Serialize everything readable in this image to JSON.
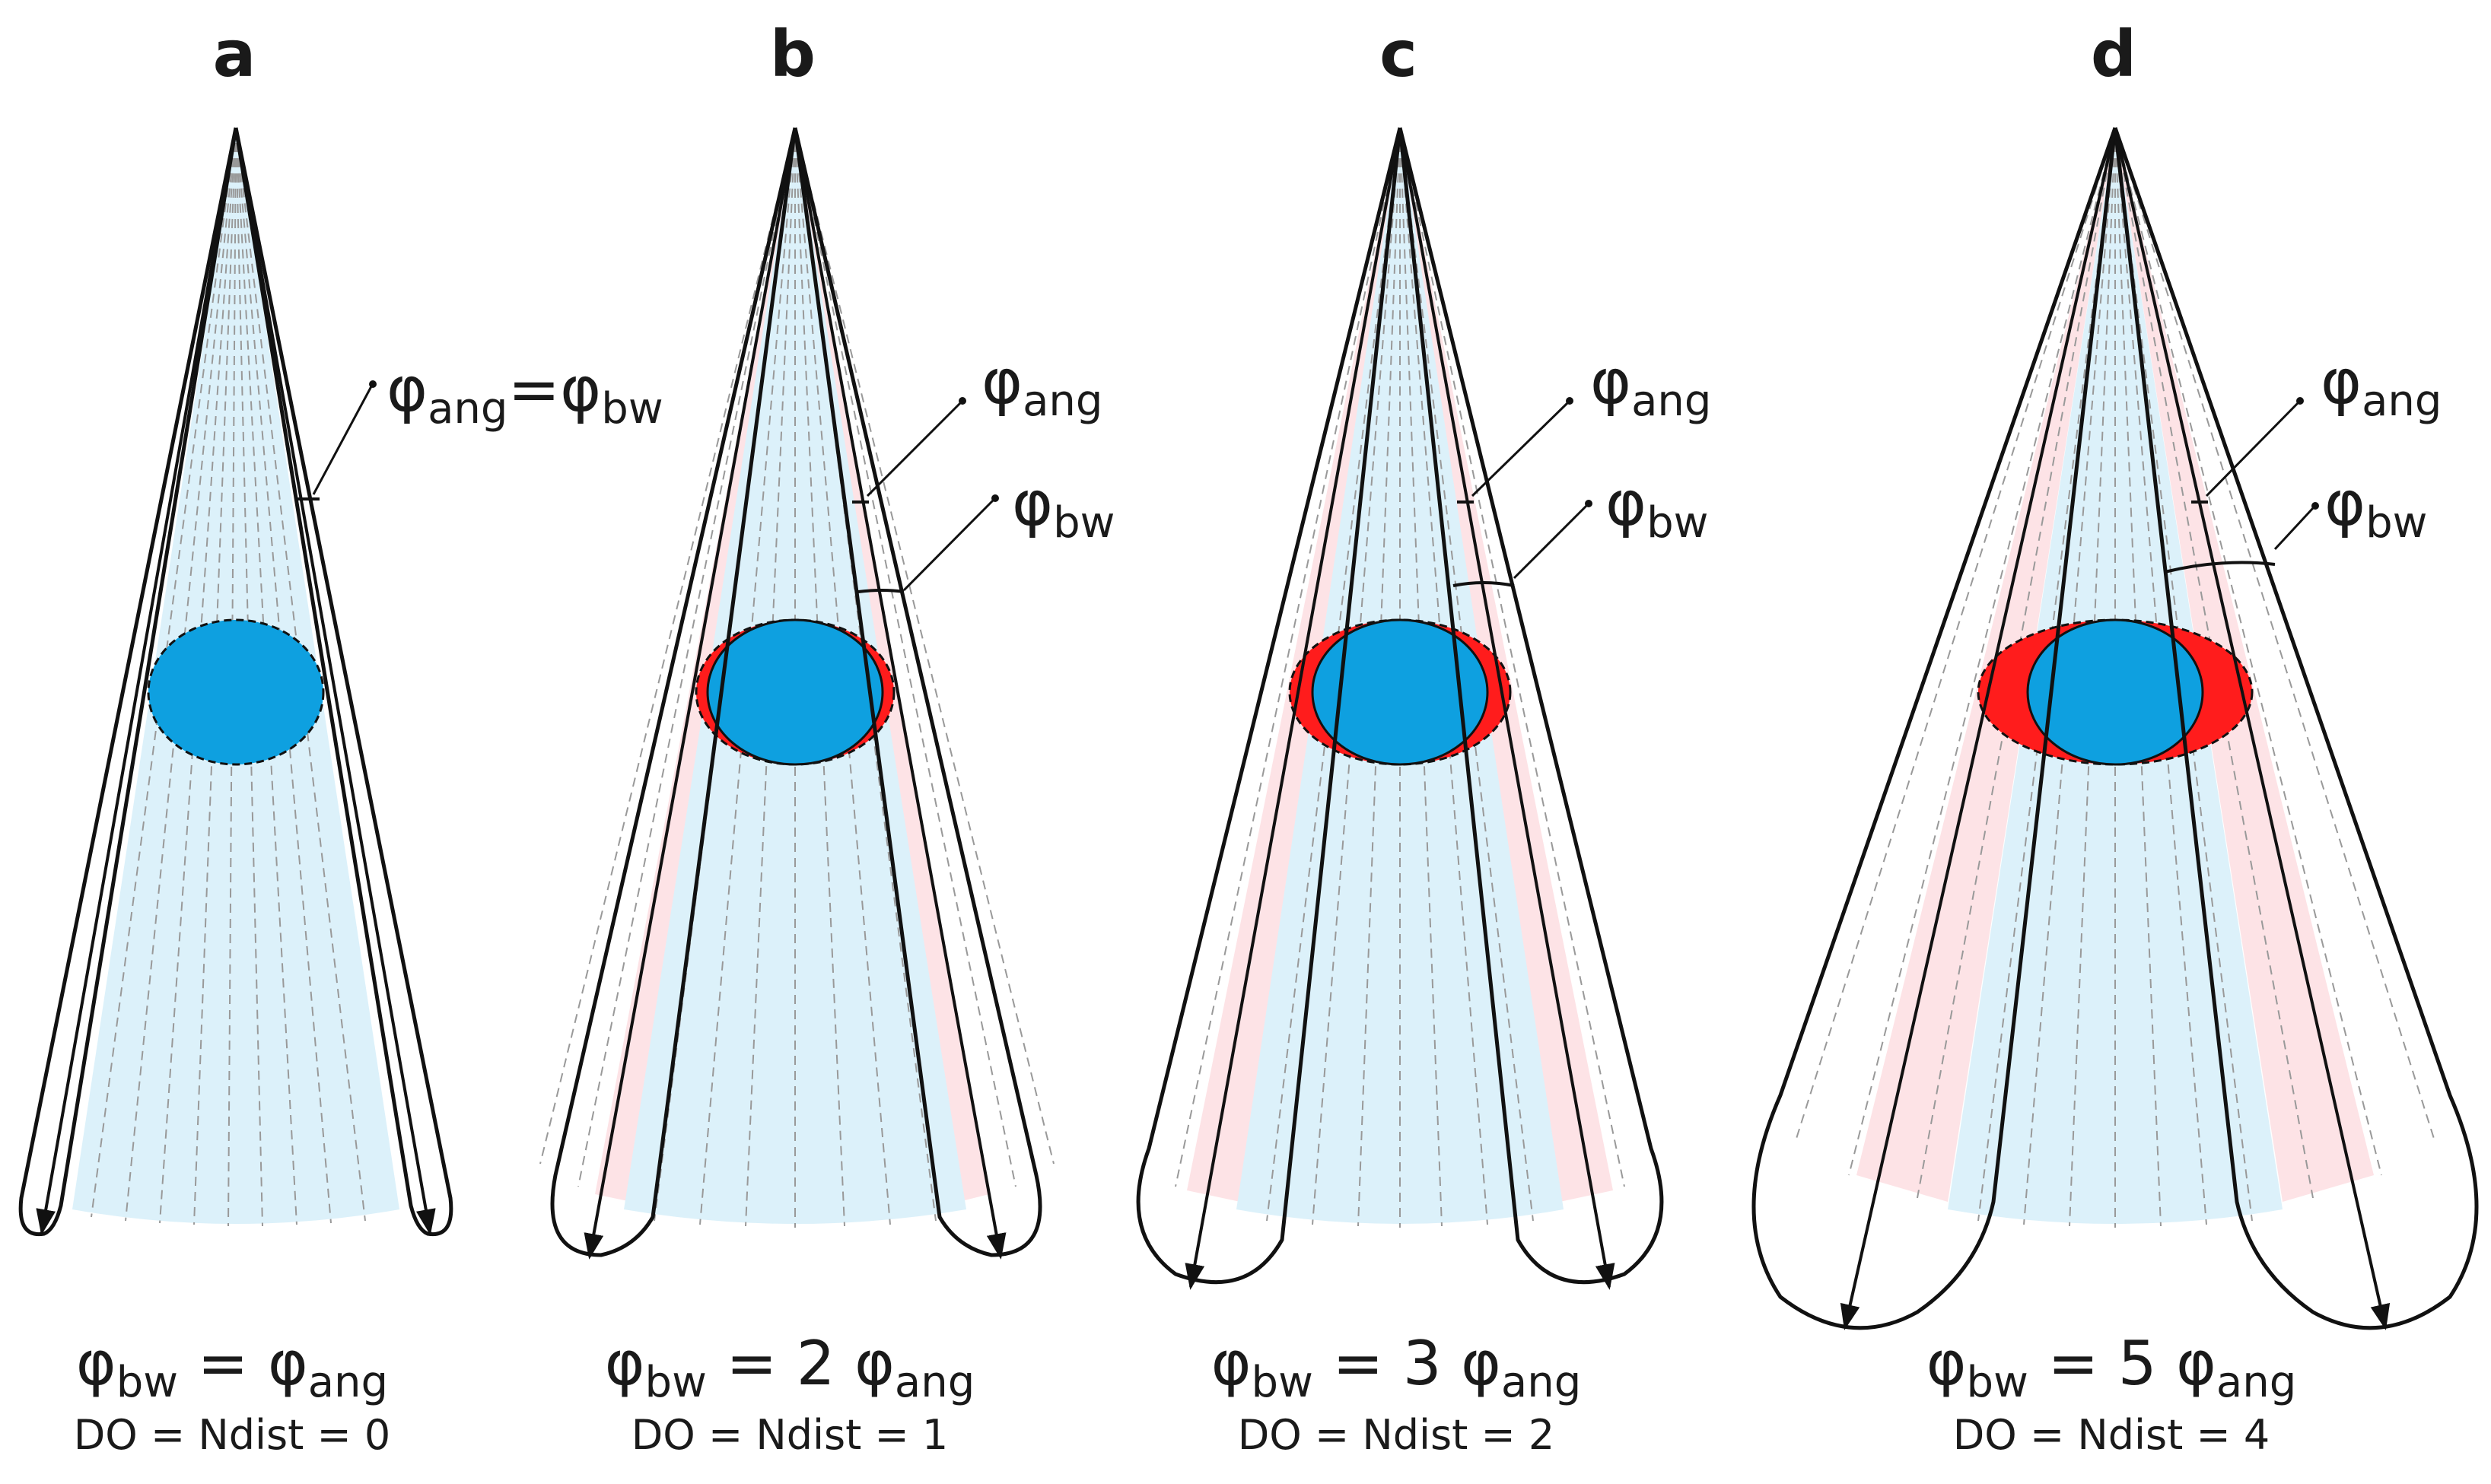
{
  "panels": [
    {
      "letter": "a",
      "annotation_top": {
        "phi1": "φ",
        "sub1": "ang",
        "eq": "=",
        "phi2": "φ",
        "sub2": "bw"
      },
      "eq1": {
        "lhs_phi": "φ",
        "lhs_sub": "bw",
        "mid": " = ",
        "factor": "",
        "rhs_phi": "φ",
        "rhs_sub": "ang"
      },
      "eq2": "DO = Ndist = 0"
    },
    {
      "letter": "b",
      "annotation_ang": {
        "phi": "φ",
        "sub": "ang"
      },
      "annotation_bw": {
        "phi": "φ",
        "sub": "bw"
      },
      "eq1": {
        "lhs_phi": "φ",
        "lhs_sub": "bw",
        "mid": " = ",
        "factor": "2 ",
        "rhs_phi": "φ",
        "rhs_sub": "ang"
      },
      "eq2": "DO = Ndist = 1"
    },
    {
      "letter": "c",
      "annotation_ang": {
        "phi": "φ",
        "sub": "ang"
      },
      "annotation_bw": {
        "phi": "φ",
        "sub": "bw"
      },
      "eq1": {
        "lhs_phi": "φ",
        "lhs_sub": "bw",
        "mid": " = ",
        "factor": "3 ",
        "rhs_phi": "φ",
        "rhs_sub": "ang"
      },
      "eq2": "DO = Ndist = 2"
    },
    {
      "letter": "d",
      "annotation_ang": {
        "phi": "φ",
        "sub": "ang"
      },
      "annotation_bw": {
        "phi": "φ",
        "sub": "bw"
      },
      "eq1": {
        "lhs_phi": "φ",
        "lhs_sub": "bw",
        "mid": " = ",
        "factor": "5 ",
        "rhs_phi": "φ",
        "rhs_sub": "ang"
      },
      "eq2": "DO = Ndist = 4"
    }
  ],
  "colors": {
    "cone_fill": "#dcf1fa",
    "pink_band": "#fde3e6",
    "object_blue": "#0ea0e0",
    "object_red": "#ff1c1c",
    "line": "#111111",
    "dashed": "#999999"
  }
}
